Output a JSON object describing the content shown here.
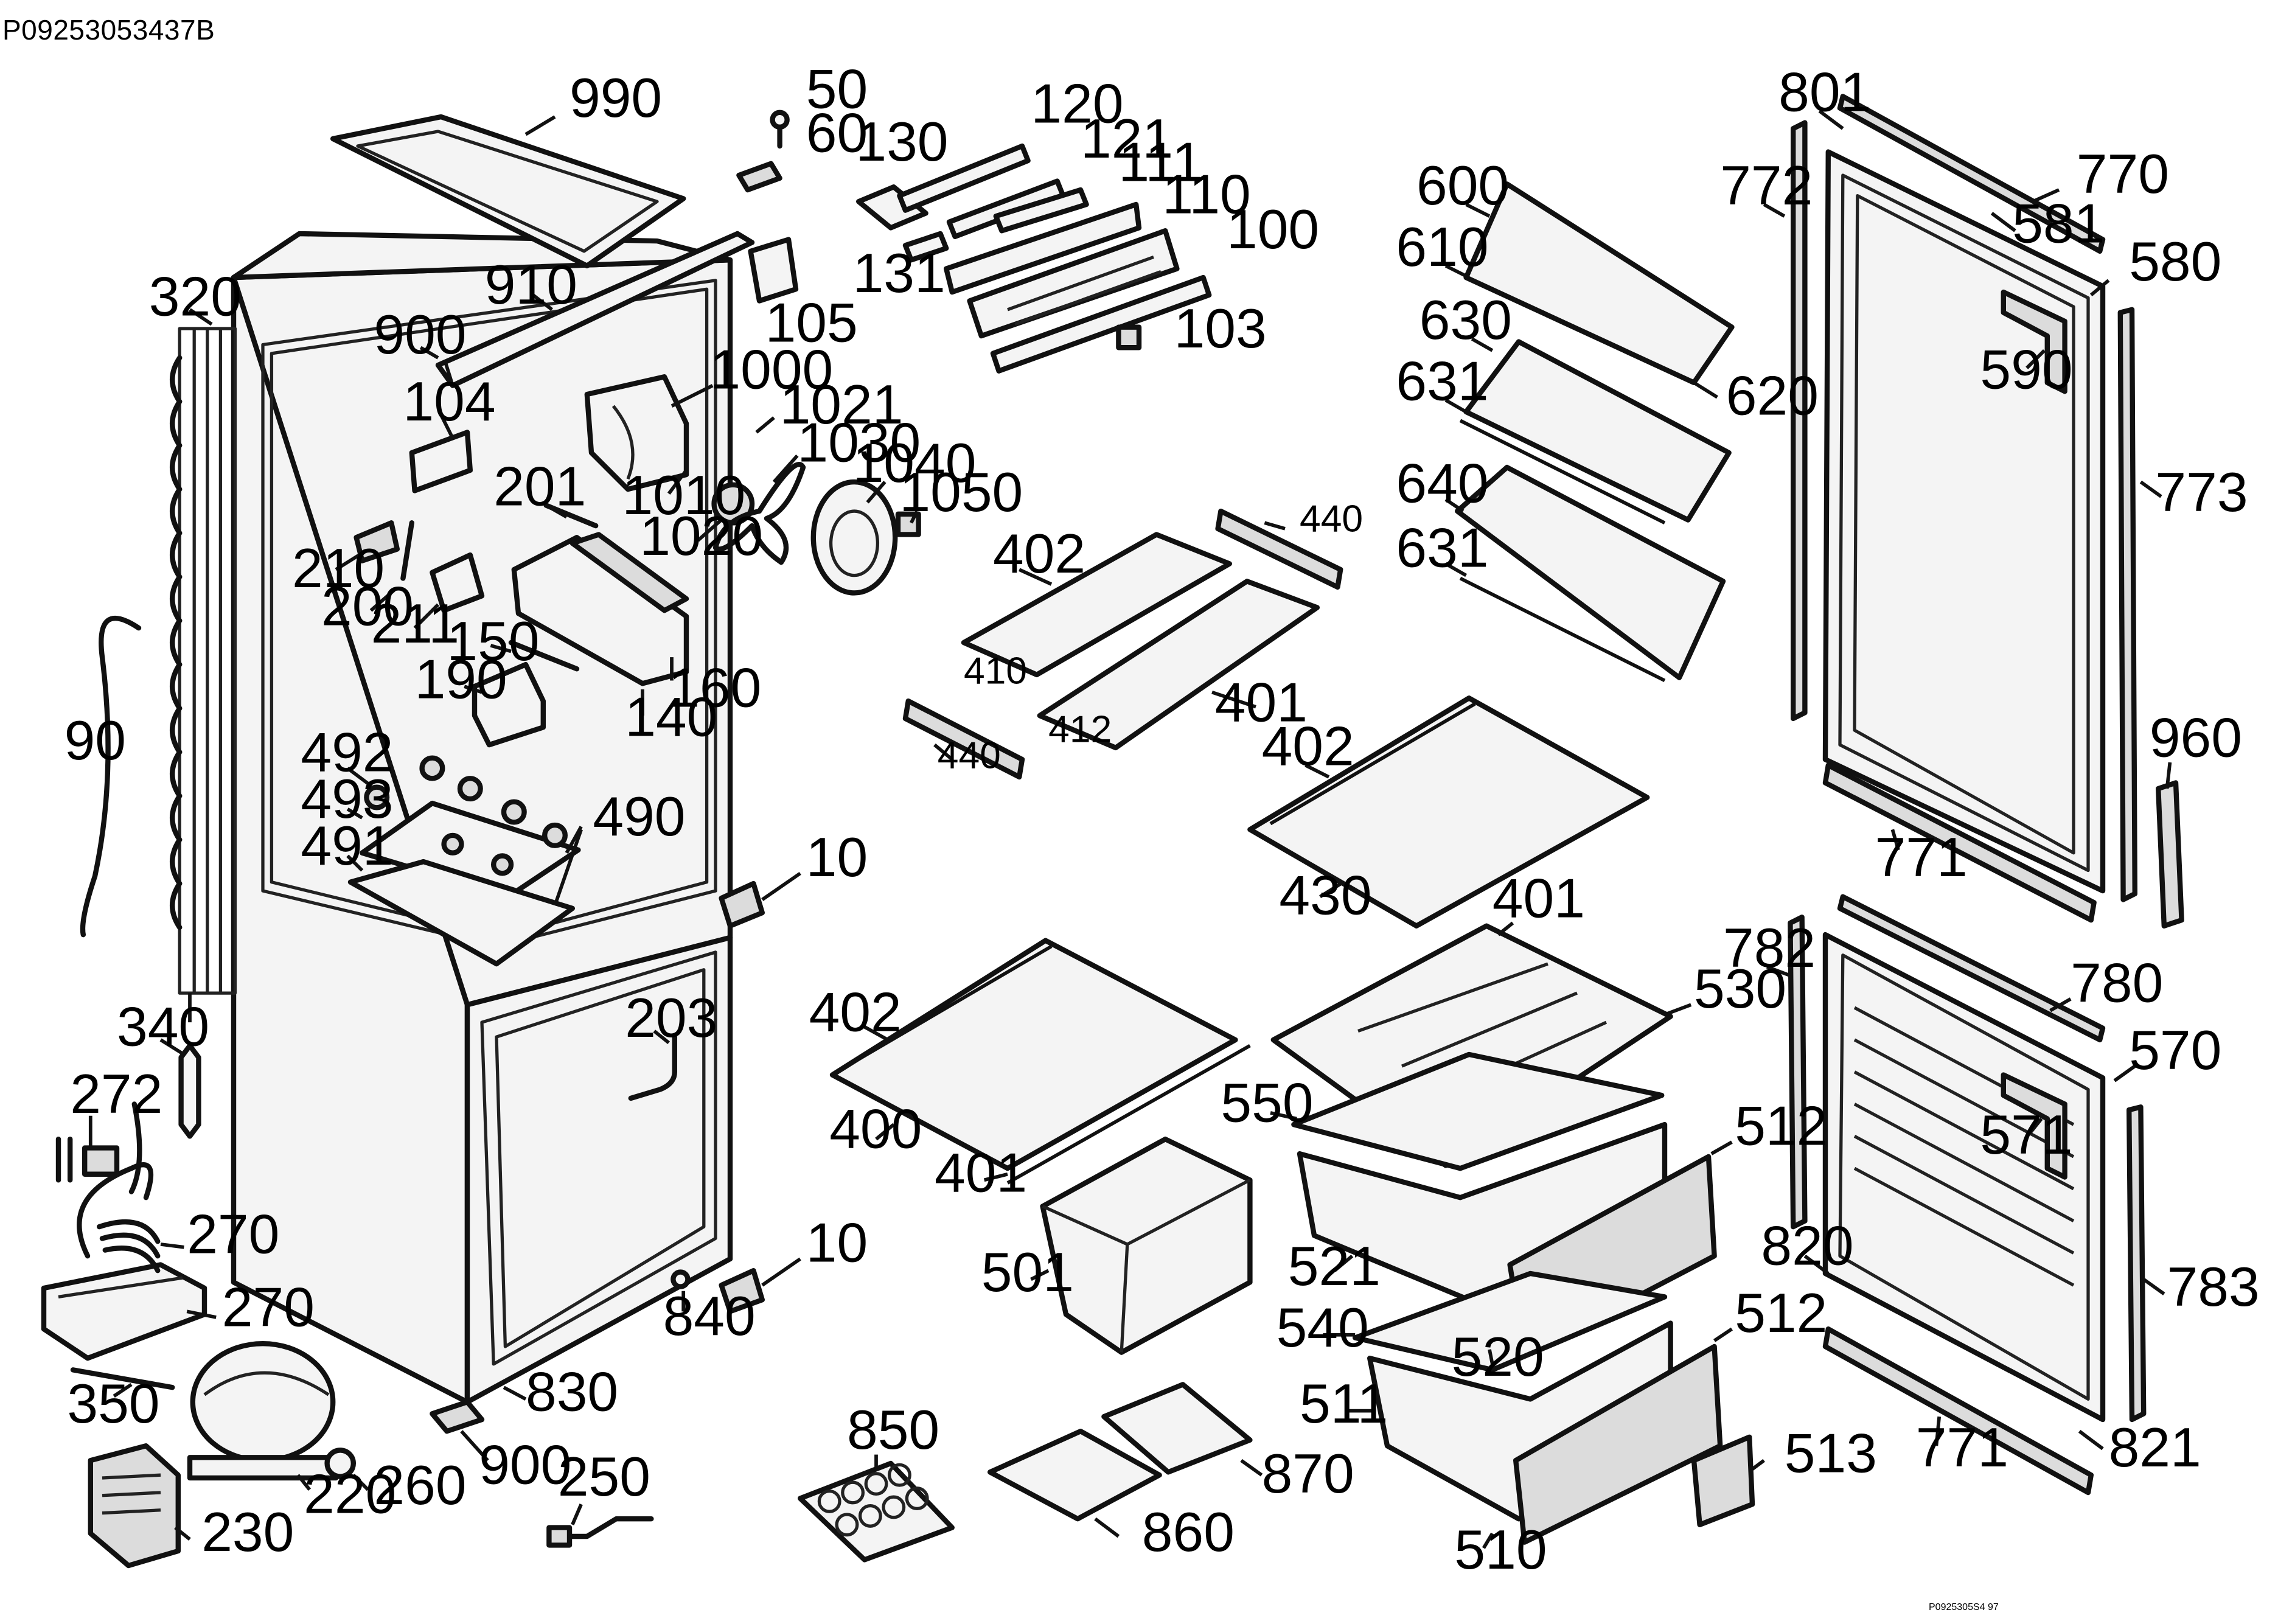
{
  "doc_code": "P09253053437B",
  "footer_code": "P0925305S4 97",
  "parts": [
    {
      "id": "p990",
      "label": "990"
    },
    {
      "id": "p50",
      "label": "50"
    },
    {
      "id": "p60",
      "label": "60"
    },
    {
      "id": "p120",
      "label": "120"
    },
    {
      "id": "p130",
      "label": "130"
    },
    {
      "id": "p121",
      "label": "121"
    },
    {
      "id": "p111",
      "label": "111"
    },
    {
      "id": "p110",
      "label": "110"
    },
    {
      "id": "p100",
      "label": "100"
    },
    {
      "id": "p131",
      "label": "131"
    },
    {
      "id": "p103",
      "label": "103"
    },
    {
      "id": "p105",
      "label": "105"
    },
    {
      "id": "p910",
      "label": "910"
    },
    {
      "id": "p320",
      "label": "320"
    },
    {
      "id": "p900a",
      "label": "900"
    },
    {
      "id": "p104",
      "label": "104"
    },
    {
      "id": "p1000",
      "label": "1000"
    },
    {
      "id": "p1021",
      "label": "1021"
    },
    {
      "id": "p1030",
      "label": "1030"
    },
    {
      "id": "p1040",
      "label": "1040"
    },
    {
      "id": "p1050",
      "label": "1050"
    },
    {
      "id": "p1010",
      "label": "1010"
    },
    {
      "id": "p1020",
      "label": "1020"
    },
    {
      "id": "p201",
      "label": "201"
    },
    {
      "id": "p210",
      "label": "210"
    },
    {
      "id": "p200",
      "label": "200"
    },
    {
      "id": "p211",
      "label": "211"
    },
    {
      "id": "p150",
      "label": "150"
    },
    {
      "id": "p160",
      "label": "160"
    },
    {
      "id": "p190",
      "label": "190"
    },
    {
      "id": "p140",
      "label": "140"
    },
    {
      "id": "p90",
      "label": "90"
    },
    {
      "id": "p492",
      "label": "492"
    },
    {
      "id": "p493",
      "label": "493"
    },
    {
      "id": "p490",
      "label": "490"
    },
    {
      "id": "p491",
      "label": "491"
    },
    {
      "id": "p10a",
      "label": "10"
    },
    {
      "id": "p340",
      "label": "340"
    },
    {
      "id": "p203",
      "label": "203"
    },
    {
      "id": "p272",
      "label": "272"
    },
    {
      "id": "p270a",
      "label": "270"
    },
    {
      "id": "p270b",
      "label": "270"
    },
    {
      "id": "p10b",
      "label": "10"
    },
    {
      "id": "p840",
      "label": "840"
    },
    {
      "id": "p350",
      "label": "350"
    },
    {
      "id": "p830",
      "label": "830"
    },
    {
      "id": "p900b",
      "label": "900"
    },
    {
      "id": "p250",
      "label": "250"
    },
    {
      "id": "p220",
      "label": "220"
    },
    {
      "id": "p260",
      "label": "260"
    },
    {
      "id": "p230",
      "label": "230"
    },
    {
      "id": "p850",
      "label": "850"
    },
    {
      "id": "p860",
      "label": "860"
    },
    {
      "id": "p870",
      "label": "870"
    },
    {
      "id": "p402a",
      "label": "402"
    },
    {
      "id": "p440a",
      "label": "440"
    },
    {
      "id": "p410",
      "label": "410"
    },
    {
      "id": "p412",
      "label": "412"
    },
    {
      "id": "p401a",
      "label": "401"
    },
    {
      "id": "p440b",
      "label": "440"
    },
    {
      "id": "p402b",
      "label": "402"
    },
    {
      "id": "p430",
      "label": "430"
    },
    {
      "id": "p401b",
      "label": "401"
    },
    {
      "id": "p402c",
      "label": "402"
    },
    {
      "id": "p400",
      "label": "400"
    },
    {
      "id": "p401c",
      "label": "401"
    },
    {
      "id": "p501",
      "label": "501"
    },
    {
      "id": "p600",
      "label": "600"
    },
    {
      "id": "p610",
      "label": "610"
    },
    {
      "id": "p620",
      "label": "620"
    },
    {
      "id": "p630",
      "label": "630"
    },
    {
      "id": "p631a",
      "label": "631"
    },
    {
      "id": "p640",
      "label": "640"
    },
    {
      "id": "p631b",
      "label": "631"
    },
    {
      "id": "p530",
      "label": "530"
    },
    {
      "id": "p550",
      "label": "550"
    },
    {
      "id": "p512a",
      "label": "512"
    },
    {
      "id": "p521",
      "label": "521"
    },
    {
      "id": "p540",
      "label": "540"
    },
    {
      "id": "p520",
      "label": "520"
    },
    {
      "id": "p512b",
      "label": "512"
    },
    {
      "id": "p511",
      "label": "511"
    },
    {
      "id": "p513",
      "label": "513"
    },
    {
      "id": "p510",
      "label": "510"
    },
    {
      "id": "p801",
      "label": "801"
    },
    {
      "id": "p770",
      "label": "770"
    },
    {
      "id": "p772",
      "label": "772"
    },
    {
      "id": "p581",
      "label": "581"
    },
    {
      "id": "p580",
      "label": "580"
    },
    {
      "id": "p590",
      "label": "590"
    },
    {
      "id": "p773",
      "label": "773"
    },
    {
      "id": "p960",
      "label": "960"
    },
    {
      "id": "p771a",
      "label": "771"
    },
    {
      "id": "p782",
      "label": "782"
    },
    {
      "id": "p780",
      "label": "780"
    },
    {
      "id": "p570",
      "label": "570"
    },
    {
      "id": "p571",
      "label": "571"
    },
    {
      "id": "p820",
      "label": "820"
    },
    {
      "id": "p783",
      "label": "783"
    },
    {
      "id": "p771b",
      "label": "771"
    },
    {
      "id": "p821",
      "label": "821"
    }
  ]
}
